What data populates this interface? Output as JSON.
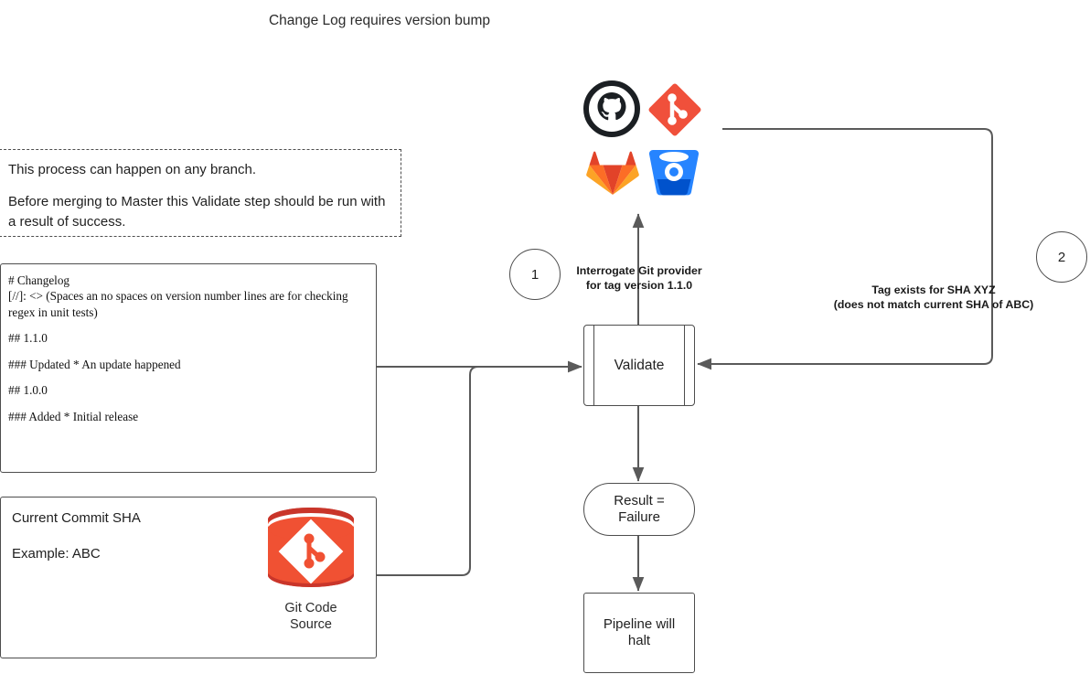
{
  "title": "Change Log requires version bump",
  "note": {
    "line1": "This process can happen on any branch.",
    "line2": "Before merging to Master this Validate step should be run with a result of success."
  },
  "changelog": {
    "heading": "# Changelog",
    "comment": "[//]: <> (Spaces an no spaces on version number lines are for checking regex in unit tests)",
    "version_110": "## 1.1.0",
    "updated": "### Updated * An update happened",
    "version_100": "## 1.0.0",
    "added": "### Added * Initial release"
  },
  "commit_source": {
    "title": "Current Commit SHA",
    "example": "Example: ABC",
    "icon_caption": "Git Code\nSource",
    "icon_name": "git-database-cylinder-icon",
    "icon_color": "#F05133"
  },
  "providers": [
    {
      "name": "github-icon",
      "color": "#1B1F23"
    },
    {
      "name": "git-icon",
      "color": "#F05133"
    },
    {
      "name": "gitlab-icon",
      "color": "#E24329"
    },
    {
      "name": "bitbucket-icon",
      "color": "#2684FF"
    }
  ],
  "nodes": {
    "validate": "Validate",
    "result": "Result =\nFailure",
    "halt": "Pipeline will\nhalt"
  },
  "markers": {
    "one": "1",
    "two": "2"
  },
  "edge_labels": {
    "interrogate": "Interrogate Git provider\nfor tag version 1.1.0",
    "tag_exists": "Tag exists for SHA XYZ\n(does not match current SHA of ABC)"
  },
  "colors": {
    "stroke": "#4d4d4d",
    "text": "#1f1f1f",
    "git_red": "#F05133",
    "gitlab_orange": "#E24329",
    "bitbucket_blue": "#2684FF",
    "github_black": "#1B1F23"
  }
}
